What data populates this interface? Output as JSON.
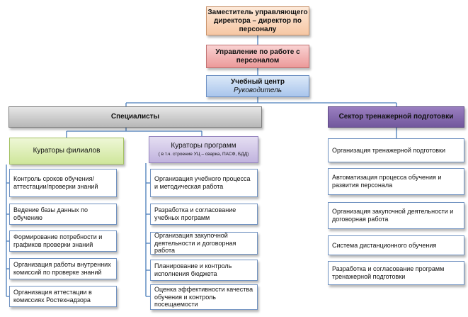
{
  "colors": {
    "connector": "#4a7ebb",
    "item_border": "#6f91c0",
    "deputy_fill": "#f6c7a4",
    "hr_fill": "#ec9a9a",
    "uc_fill": "#a9c5ec",
    "specialists_fill": "#b7b7b7",
    "sector_fill": "#72589d",
    "branch_curators_fill": "#cfe69b",
    "program_curators_fill": "#c1b3de"
  },
  "top": {
    "deputy": "Заместитель управляющего директора – директор по персоналу",
    "hr_department": "Управление по работе с персоналом",
    "training_center": "Учебный центр",
    "training_center_head": "Руководитель"
  },
  "specialists": {
    "title": "Специалисты",
    "branch_curators": {
      "title": "Кураторы филиалов",
      "items": [
        "Контроль сроков обучения/аттестации/проверки знаний",
        "Ведение базы данных по обучению",
        "Формирование потребности и графиков проверки знаний",
        "Организация работы внутренних комиссий по проверке знаний",
        "Организация аттестации в комиссиях Ростехнадзора"
      ]
    },
    "program_curators": {
      "title": "Кураторы программ",
      "subtitle": "( в т.ч. строение УЦ – сварка, ПАСФ, БДД)",
      "items": [
        "Организация учебного процесса и методическая работа",
        "Разработка и согласование учебных программ",
        "Организация закупочной деятельности и договорная работа",
        "Планирование и контроль исполнения бюджета",
        "Оценка эффективности качества обучения и контроль посещаемости"
      ]
    }
  },
  "sector": {
    "title": "Сектор тренажерной подготовки",
    "items": [
      "Организация тренажерной подготовки",
      "Автоматизация процесса обучения и развития персонала",
      "Организация закупочной деятельности и договорная работа",
      "Система дистанционного обучения",
      "Разработка и согласование программ тренажерной подготовки"
    ]
  }
}
